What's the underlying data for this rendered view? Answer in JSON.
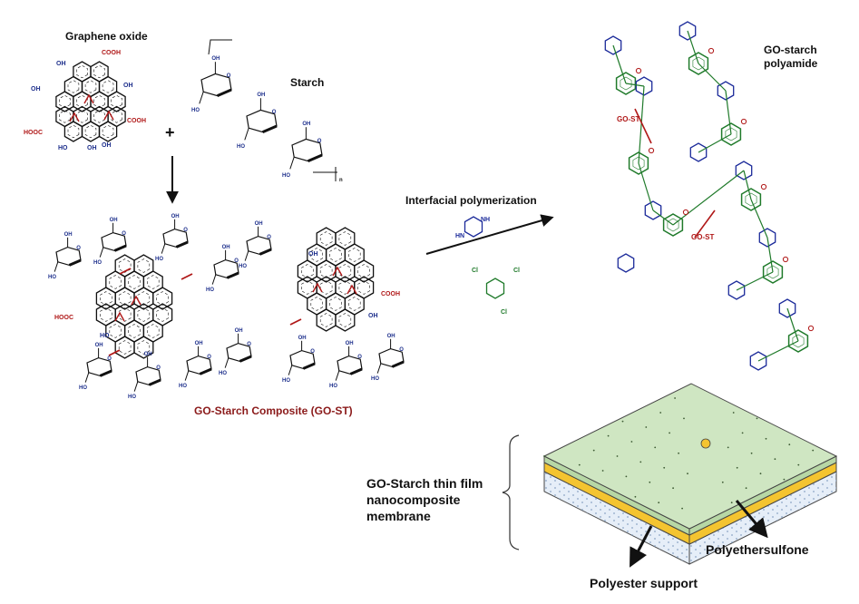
{
  "labels": {
    "graphene_oxide": "Graphene oxide",
    "starch": "Starch",
    "plus": "+",
    "composite": "GO-Starch Composite (GO-ST)",
    "interfacial": "Interfacial polymerization",
    "polyamide_line1": "GO-starch",
    "polyamide_line2": "polyamide",
    "membrane_line1": "GO-Starch thin film",
    "membrane_line2": "nanocomposite",
    "membrane_line3": "membrane",
    "polyethersulfone": "Polyethersulfone",
    "polyester": "Polyester support"
  },
  "chem": {
    "cooh": "COOH",
    "hooc": "HOOC",
    "oh": "OH",
    "ho": "HO",
    "o": "O",
    "n": "n",
    "nh": "NH",
    "hn": "HN",
    "cl": "Cl",
    "go_st": "GO-ST"
  },
  "colors": {
    "ring": "#111111",
    "oxygen_red": "#b01818",
    "hydroxyl_blue": "#1d2f8c",
    "polyamide_green": "#1f7a2a",
    "piperazine_blue": "#1b2a9a",
    "membrane_top": "#cfe6c2",
    "membrane_yellow": "#f4c430",
    "membrane_bottom": "#e6eef8"
  }
}
